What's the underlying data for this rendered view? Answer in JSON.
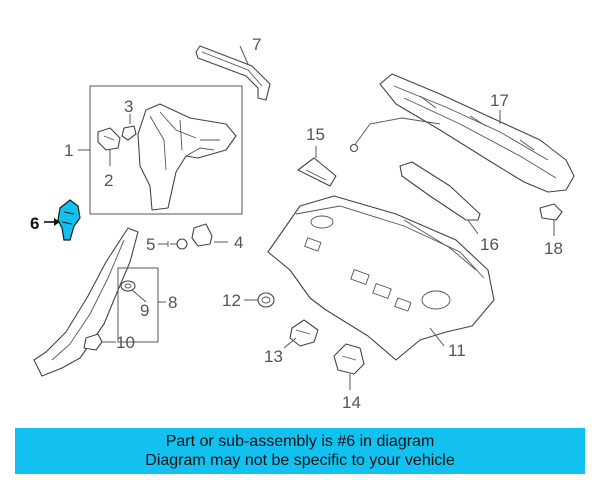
{
  "diagram": {
    "highlight_color": "#12c1ef",
    "callouts": {
      "c1": "1",
      "c2": "2",
      "c3": "3",
      "c4": "4",
      "c5": "5",
      "c6": "6",
      "c7": "7",
      "c8": "8",
      "c9": "9",
      "c10": "10",
      "c11": "11",
      "c12": "12",
      "c13": "13",
      "c14": "14",
      "c15": "15",
      "c16": "16",
      "c17": "17",
      "c18": "18"
    },
    "highlighted_callout": "6"
  },
  "banner": {
    "line1": "Part or sub-assembly is #6 in diagram",
    "line2": "Diagram may not be specific to your vehicle",
    "background": "#12c1ef"
  }
}
